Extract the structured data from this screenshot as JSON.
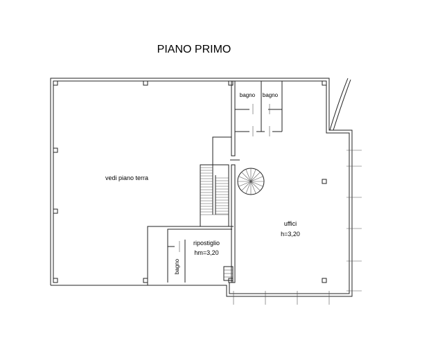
{
  "title": "PIANO PRIMO",
  "rooms": {
    "left_area": "vedi piano terra",
    "bathroom_1": "bagno",
    "bathroom_2": "bagno",
    "office": "uffici",
    "office_height": "h=3,20",
    "storage": "ripostiglio",
    "storage_height": "hm=3,20",
    "bathroom_3": "bagno"
  }
}
